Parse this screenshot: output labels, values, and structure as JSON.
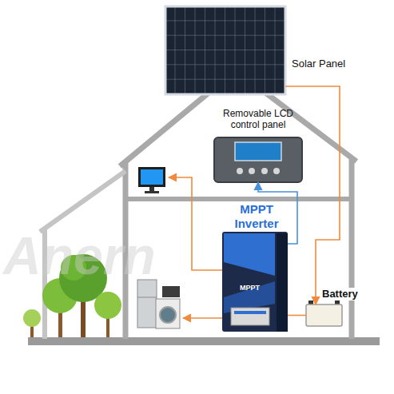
{
  "diagram": {
    "nodes": [
      {
        "text": [
          "Solar Panel"
        ]
      },
      {
        "text": [
          "Removable LCD control panel"
        ]
      },
      {
        "text": [
          "MPPT Inverter"
        ]
      },
      {
        "text": [
          "Battery"
        ]
      }
    ],
    "edges": [
      {
        "from": 0,
        "to": 3,
        "arrow": "to"
      },
      {
        "from": 2,
        "to": 1,
        "arrow": "to"
      },
      {
        "from": 3,
        "to": 2,
        "arrow": "none"
      }
    ],
    "labels": [
      "Anern",
      "MPPT"
    ]
  }
}
